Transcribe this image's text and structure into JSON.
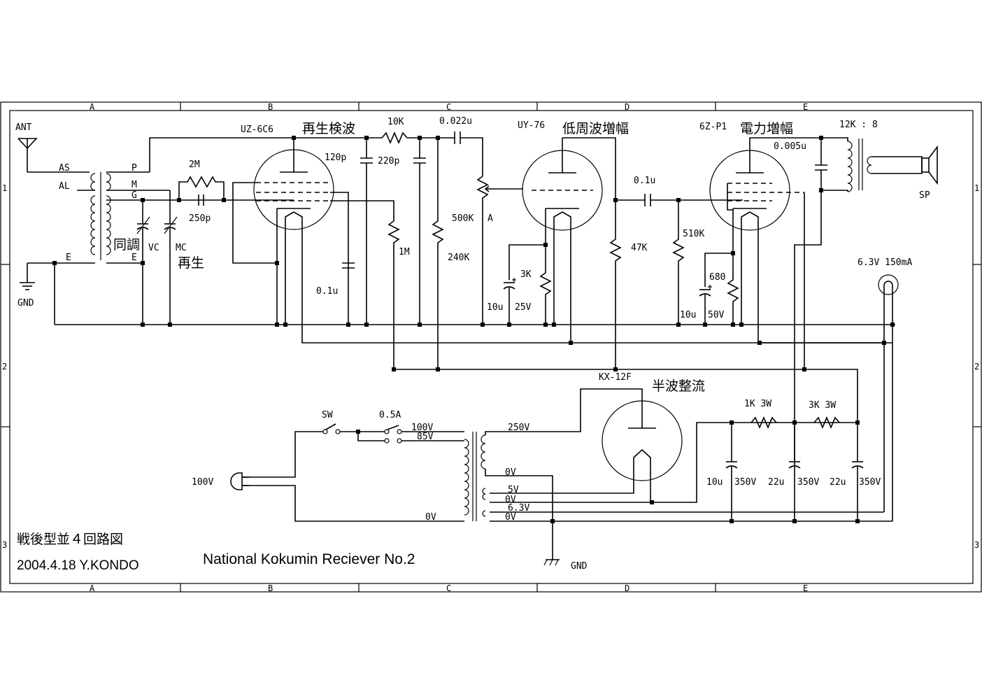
{
  "grid": {
    "columns": [
      "A",
      "B",
      "C",
      "D",
      "E"
    ],
    "rows": [
      "1",
      "2",
      "3"
    ]
  },
  "labels": {
    "ant": "ANT",
    "gnd_left": "GND",
    "coil_as": "AS",
    "coil_al": "AL",
    "coil_e1": "E",
    "coil_p": "P",
    "coil_m": "M",
    "coil_g": "G",
    "coil_e2": "E",
    "tuning_jp": "同調",
    "vc": "VC",
    "mc": "MC",
    "regen_jp": "再生",
    "r_2m": "2M",
    "c_250p": "250p",
    "tube1": "UZ-6C6",
    "tube1_jp": "再生検波",
    "c_120p": "120p",
    "r_10k": "10K",
    "c_220p": "220p",
    "c_0022u": "0.022u",
    "c_01u_a": "0.1u",
    "r_1m": "1M",
    "r_240k": "240K",
    "vr_500k": "500K",
    "vr_a": "A",
    "tube2": "UY-76",
    "tube2_jp": "低周波増幅",
    "r_3k": "3K",
    "c_10u25": "10u",
    "v_25": "25V",
    "c_01u_b": "0.1u",
    "r_47k": "47K",
    "r_510k": "510K",
    "tube3": "6Z-P1",
    "tube3_jp": "電力増幅",
    "c_0005u": "0.005u",
    "r_680": "680",
    "c_10u50": "10u",
    "v_50": "50V",
    "out_ratio": "12K : 8",
    "sp": "SP",
    "lamp": "6.3V 150mA",
    "tube4": "KX-12F",
    "tube4_jp": "半波整流",
    "r_1k3w": "1K 3W",
    "r_3k3w": "3K 3W",
    "c_f1": "10u",
    "c_f1v": "350V",
    "c_f2": "22u",
    "c_f2v": "350V",
    "c_f3": "22u",
    "c_f3v": "350V",
    "sw": "SW",
    "fuse": "0.5A",
    "pri_100": "100V",
    "pri_85": "85V",
    "pri_0": "0V",
    "plug": "100V",
    "sec_250": "250V",
    "sec_0a": "0V",
    "sec_5": "5V",
    "sec_0b": "0V",
    "sec_63": "6.3V",
    "sec_0c": "0V",
    "gnd_bottom": "GND"
  },
  "title_block": {
    "name_jp": "戦後型並４回路図",
    "date_author": "2004.4.18 Y.KONDO",
    "title_en": "National Kokumin Reciever No.2"
  }
}
